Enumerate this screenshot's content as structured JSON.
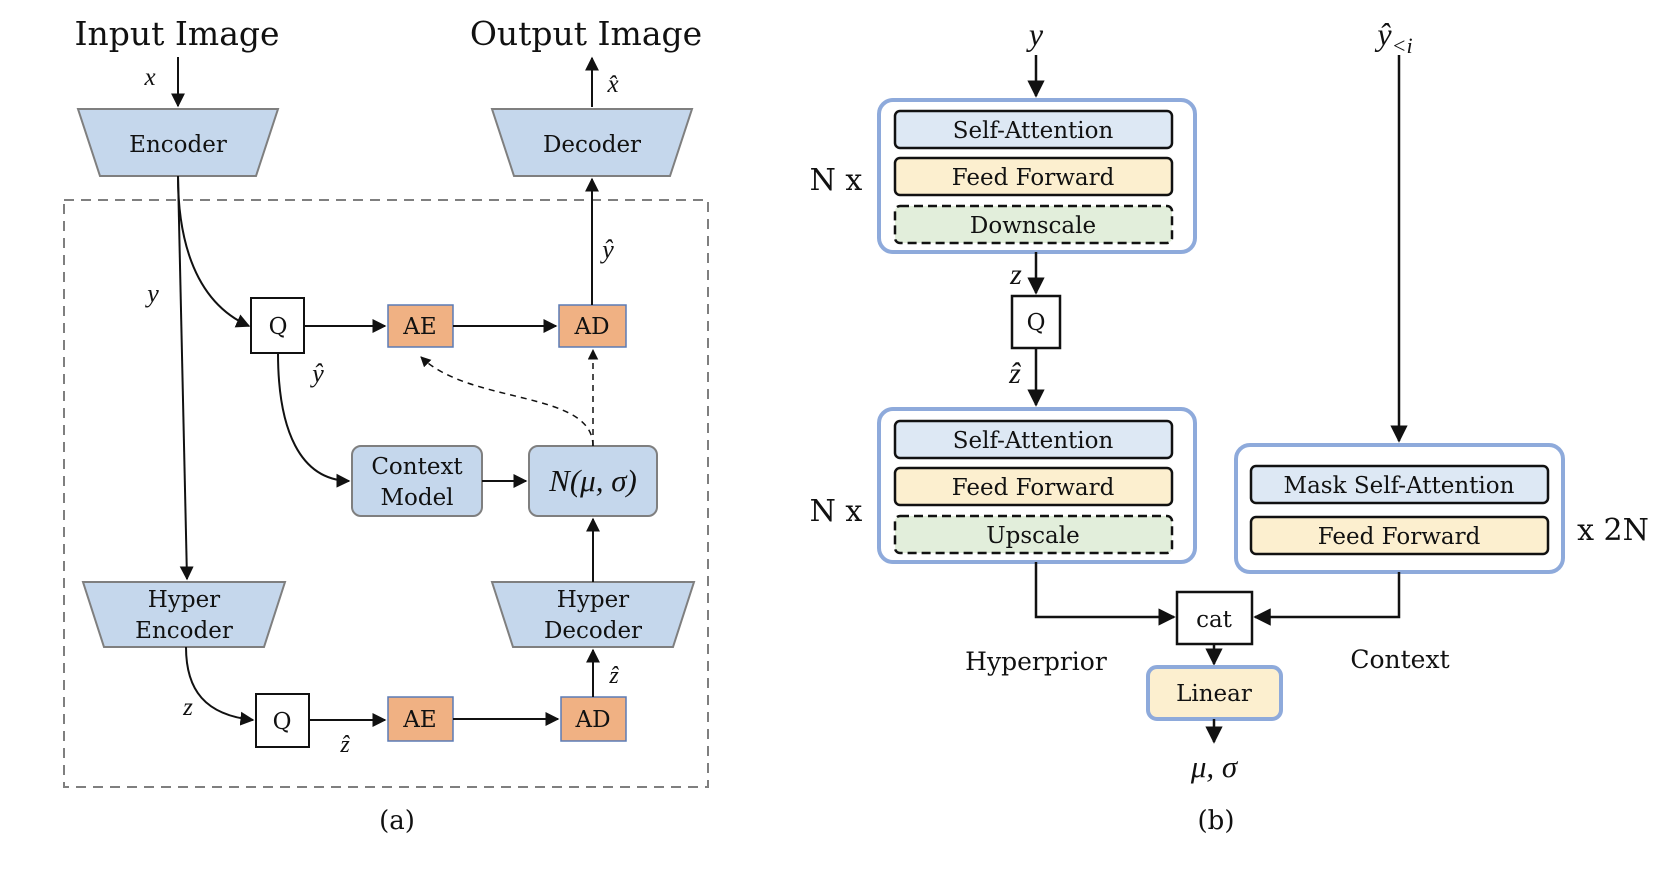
{
  "panel_a": {
    "input_title": "Input Image",
    "output_title": "Output Image",
    "encoder": "Encoder",
    "decoder": "Decoder",
    "hyper_encoder": [
      "Hyper",
      "Encoder"
    ],
    "hyper_decoder": [
      "Hyper",
      "Decoder"
    ],
    "quantizer": "Q",
    "arith_encoder": "AE",
    "arith_decoder": "AD",
    "context_model": [
      "Context",
      "Model"
    ],
    "gaussian": "N(μ, σ)",
    "var_x": "x",
    "var_x_hat": "x̂",
    "var_y": "y",
    "var_y_hat": "ŷ",
    "var_z": "z",
    "var_z_hat": "ẑ",
    "caption": "(a)"
  },
  "panel_b": {
    "var_y": "y",
    "var_y_context": "ŷ",
    "var_y_context_sub": "<i",
    "var_z": "z",
    "var_z_hat": "ẑ",
    "quantizer": "Q",
    "self_attention": "Self-Attention",
    "feed_forward": "Feed Forward",
    "downscale": "Downscale",
    "upscale": "Upscale",
    "mask_self_attention": "Mask Self-Attention",
    "repeat_n": "N x",
    "repeat_2n": "x 2N",
    "cat": "cat",
    "linear": "Linear",
    "hyperprior": "Hyperprior",
    "context": "Context",
    "output": "μ, σ",
    "caption": "(b)"
  },
  "colors": {
    "blue_fill": "#c5d7ec",
    "blue_light": "#dde8f4",
    "orange_fill": "#f0b183",
    "yellow_fill": "#fcefcf",
    "green_fill": "#e2eedb",
    "frame_blue": "#8eaadb",
    "gray_stroke": "#7f7f7f"
  }
}
